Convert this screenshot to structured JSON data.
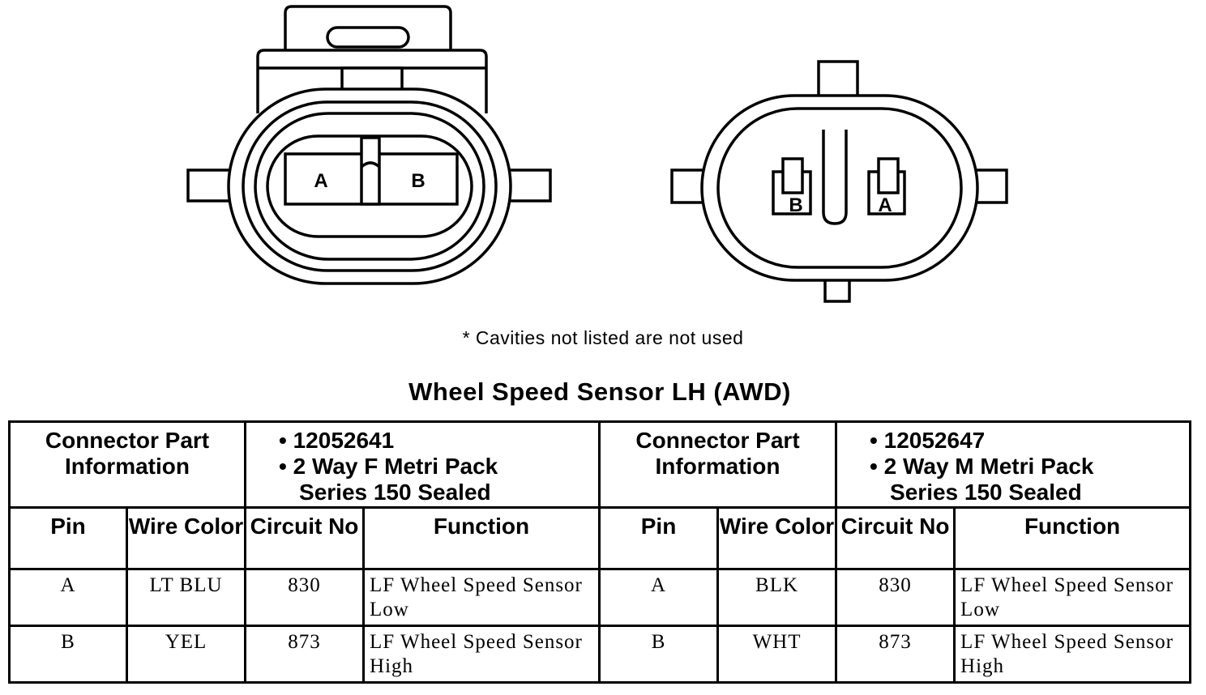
{
  "diagram": {
    "left_connector": {
      "cavity_labels": [
        "A",
        "B"
      ]
    },
    "right_connector": {
      "cavity_labels": [
        "B",
        "A"
      ]
    }
  },
  "note": "* Cavities not listed are not used",
  "title": "Wheel Speed Sensor LH (AWD)",
  "table": {
    "part_info_label": "Connector Part Information",
    "left_part": {
      "part_number": "• 12052641",
      "line2": "• 2 Way F Metri Pack",
      "line3": "Series 150 Sealed"
    },
    "right_part": {
      "part_number": "• 12052647",
      "line2": "• 2 Way M Metri Pack",
      "line3": "Series 150 Sealed"
    },
    "headers": {
      "pin": "Pin",
      "wire_color": "Wire Color",
      "circuit_no": "Circuit No",
      "function": "Function"
    },
    "left_rows": [
      {
        "pin": "A",
        "wire": "LT BLU",
        "circuit": "830",
        "function": "LF Wheel Speed Sensor Low"
      },
      {
        "pin": "B",
        "wire": "YEL",
        "circuit": "873",
        "function": "LF Wheel Speed Sensor High"
      }
    ],
    "right_rows": [
      {
        "pin": "A",
        "wire": "BLK",
        "circuit": "830",
        "function": "LF Wheel Speed Sensor Low"
      },
      {
        "pin": "B",
        "wire": "WHT",
        "circuit": "873",
        "function": "LF Wheel Speed Sensor High"
      }
    ]
  }
}
